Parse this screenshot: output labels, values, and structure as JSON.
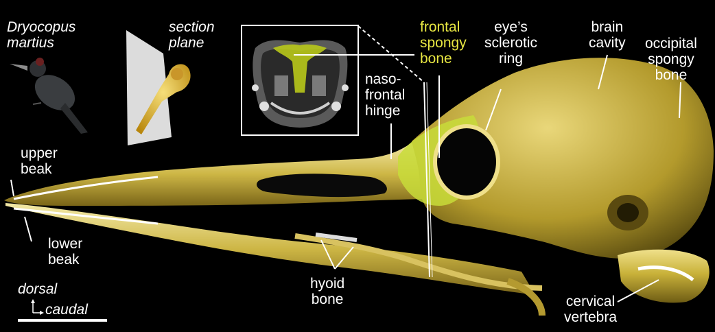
{
  "labels": {
    "species": "Dryocopus\nmartius",
    "section_plane": "section\nplane",
    "frontal_spongy_bone": "frontal\nspongy\nbone",
    "naso_frontal_hinge": "naso-\nfrontal\nhinge",
    "eyes_sclerotic_ring": "eye’s\nsclerotic\nring",
    "brain_cavity": "brain\ncavity",
    "occipital_spongy_bone": "occipital\nspongy\nbone",
    "upper_beak": "upper\nbeak",
    "lower_beak": "lower\nbeak",
    "hyoid_bone": "hyoid\nbone",
    "cervical_vertebra": "cervical\nvertebra",
    "dorsal": "dorsal",
    "caudal": "caudal"
  },
  "colors": {
    "background": "#000000",
    "bone": "#c9b23a",
    "spongy_bone_highlight": "#d4e04a",
    "label_text": "#ffffff",
    "highlight_text": "#e7e642"
  }
}
